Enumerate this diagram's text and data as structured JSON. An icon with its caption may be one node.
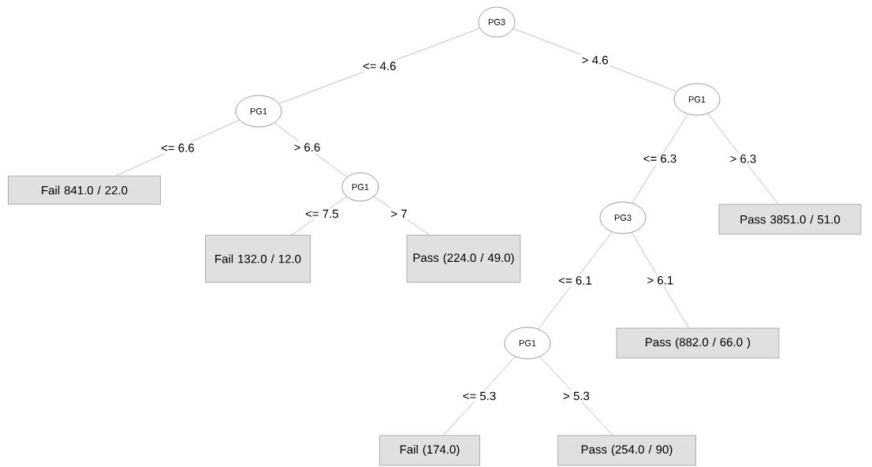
{
  "diagram": {
    "nodes": [
      {
        "text": [
          "PG3"
        ]
      },
      {
        "text": [
          "PG1"
        ]
      },
      {
        "text": [
          "Fail 841.0 / 22.0"
        ]
      },
      {
        "text": [
          "PG1"
        ]
      },
      {
        "text": [
          "Fail 132.0 / 12.0"
        ]
      },
      {
        "text": [
          "Pass (224.0 / 49.0)"
        ]
      },
      {
        "text": [
          "PG1"
        ]
      },
      {
        "text": [
          "PG3"
        ]
      },
      {
        "text": [
          "Pass 3851.0 / 51.0"
        ]
      },
      {
        "text": [
          "PG1"
        ]
      },
      {
        "text": [
          "Pass (882.0 / 66.0 )"
        ]
      },
      {
        "text": [
          "Fail (174.0)"
        ]
      },
      {
        "text": [
          "Pass (254.0 / 90)"
        ]
      }
    ],
    "edges": [
      {
        "from": 0,
        "to": 1,
        "arrow": "none",
        "label": "<= 4.6"
      },
      {
        "from": 0,
        "to": 6,
        "arrow": "none",
        "label": "> 4.6"
      },
      {
        "from": 1,
        "to": 2,
        "arrow": "none",
        "label": "<= 6.6"
      },
      {
        "from": 1,
        "to": 3,
        "arrow": "none",
        "label": "> 6.6"
      },
      {
        "from": 3,
        "to": 4,
        "arrow": "none",
        "label": "<= 7.5"
      },
      {
        "from": 3,
        "to": 5,
        "arrow": "none",
        "label": "> 7"
      },
      {
        "from": 6,
        "to": 7,
        "arrow": "none",
        "label": "<= 6.3"
      },
      {
        "from": 6,
        "to": 8,
        "arrow": "none",
        "label": "> 6.3"
      },
      {
        "from": 7,
        "to": 9,
        "arrow": "none",
        "label": "<= 6.1"
      },
      {
        "from": 7,
        "to": 10,
        "arrow": "none",
        "label": "> 6.1"
      },
      {
        "from": 9,
        "to": 11,
        "arrow": "none",
        "label": "<= 5.3"
      },
      {
        "from": 9,
        "to": 12,
        "arrow": "none",
        "label": "> 5.3"
      }
    ]
  }
}
